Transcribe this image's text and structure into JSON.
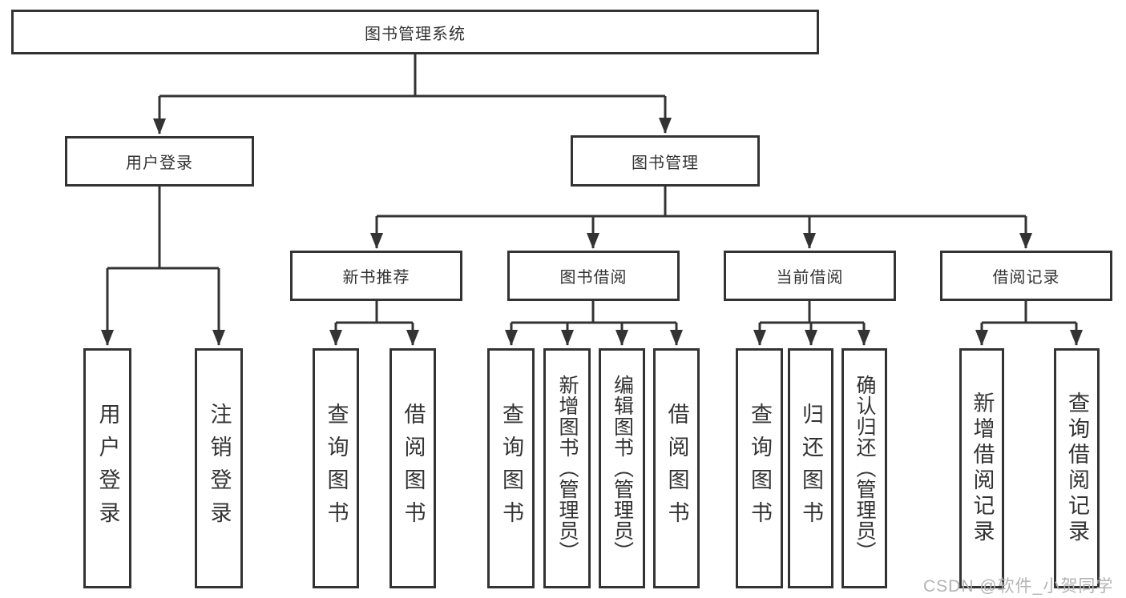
{
  "diagram": {
    "root": "图书管理系统",
    "user_login": {
      "label": "用户登录",
      "children": [
        "用户登录",
        "注销登录"
      ]
    },
    "book_mgmt": {
      "label": "图书管理",
      "sections": [
        {
          "label": "新书推荐",
          "children": [
            "查询图书",
            "借阅图书"
          ]
        },
        {
          "label": "图书借阅",
          "children": [
            "查询图书",
            "新增图书（管理员）",
            "编辑图书（管理员）",
            "借阅图书"
          ]
        },
        {
          "label": "当前借阅",
          "children": [
            "查询图书",
            "归还图书",
            "确认归还（管理员）"
          ]
        },
        {
          "label": "借阅记录",
          "children": [
            "新增借阅记录",
            "查询借阅记录"
          ]
        }
      ]
    }
  },
  "watermark": "CSDN @软件_小贺同学",
  "colors": {
    "line": "#333333",
    "box_border": "#333333",
    "text": "#333333",
    "watermark": "#b3b3b3"
  }
}
